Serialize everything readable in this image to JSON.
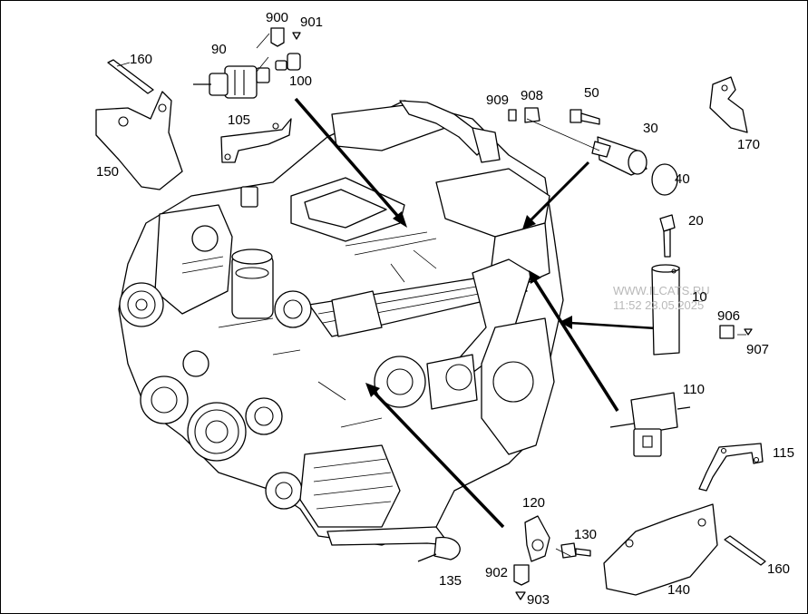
{
  "diagram": {
    "watermark_lines": [
      "WWW.ILCATS.RU",
      "11:52 23.05.2025"
    ],
    "callouts": [
      "900",
      "901",
      "90",
      "160",
      "100",
      "105",
      "150",
      "909",
      "908",
      "50",
      "30",
      "40",
      "170",
      "20",
      "10",
      "906",
      "907",
      "110",
      "115",
      "120",
      "130",
      "902",
      "903",
      "135",
      "140",
      "160"
    ]
  }
}
